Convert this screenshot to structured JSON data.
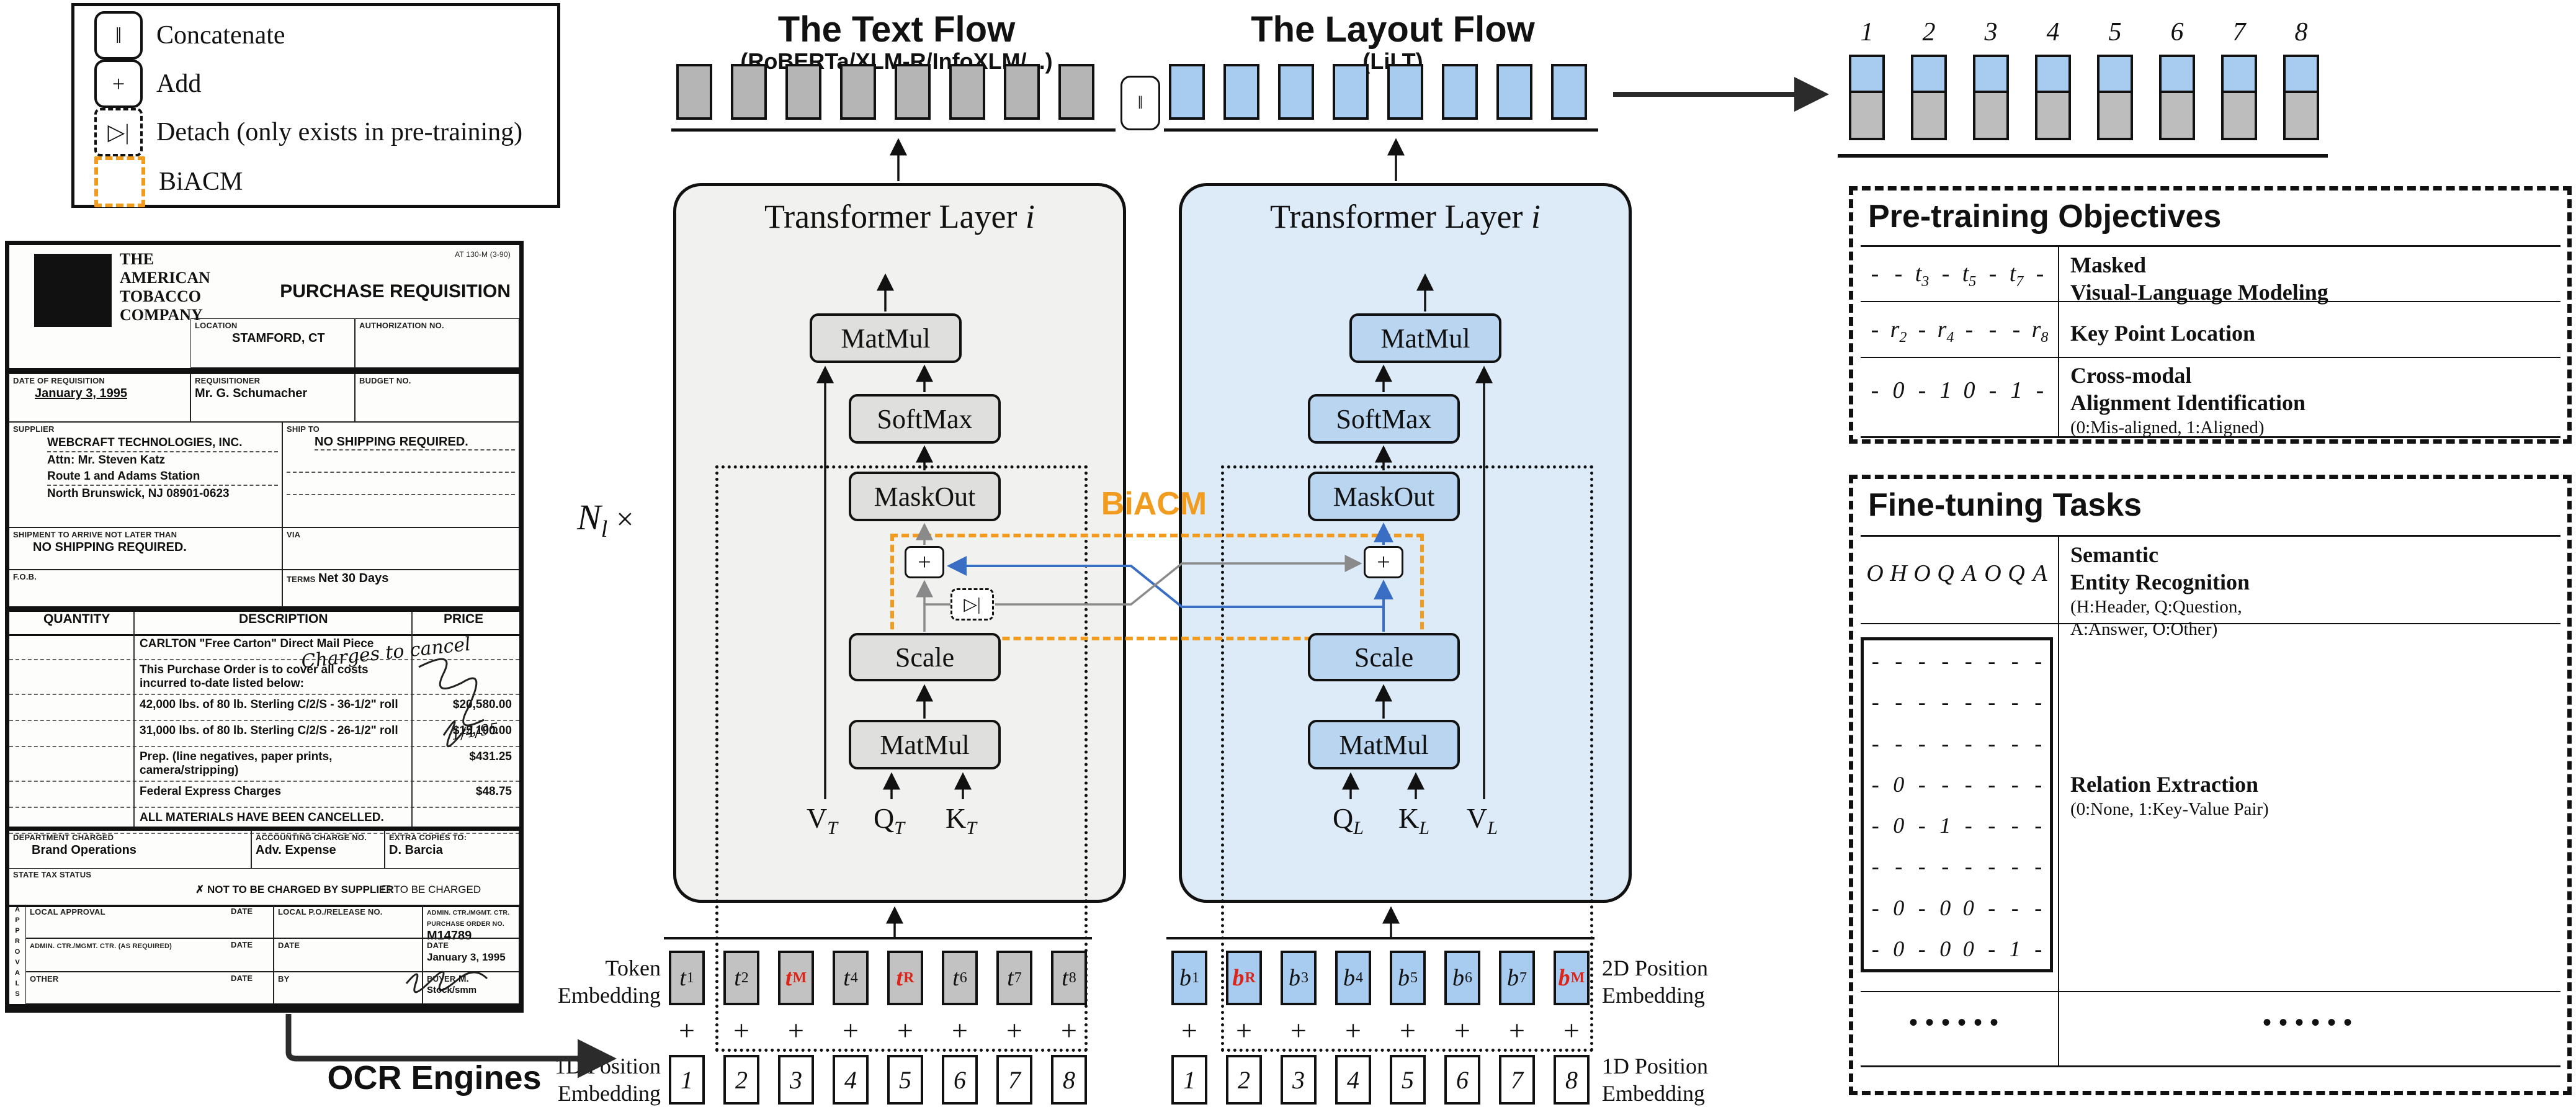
{
  "legend": {
    "items": [
      {
        "symbol": "‖",
        "label": "Concatenate",
        "style": "solid"
      },
      {
        "symbol": "+",
        "label": "Add",
        "style": "solid"
      },
      {
        "symbol": "▷|",
        "label": "Detach (only exists in pre-training)",
        "style": "dash"
      },
      {
        "symbol": "",
        "label": "BiACM",
        "style": "orange"
      }
    ]
  },
  "document": {
    "company_lines": [
      "THE",
      "AMERICAN",
      "TOBACCO",
      "COMPANY"
    ],
    "form_code": "AT 130-M (3-90)",
    "title": "PURCHASE REQUISITION",
    "location_label": "LOCATION",
    "location": "STAMFORD, CT",
    "auth_label": "AUTHORIZATION NO.",
    "date_label": "DATE OF REQUISITION",
    "date": "January 3, 1995",
    "req_label": "REQUISITIONER",
    "requisitioner": "Mr. G. Schumacher",
    "budget_label": "BUDGET NO.",
    "supplier_label": "SUPPLIER",
    "supplier_lines": [
      "WEBCRAFT TECHNOLOGIES, INC.",
      "Attn: Mr. Steven Katz",
      "Route 1 and Adams Station",
      "North Brunswick, NJ 08901-0623"
    ],
    "shipto_label": "SHIP TO",
    "shipto": "NO SHIPPING REQUIRED.",
    "arrive_label": "SHIPMENT TO ARRIVE NOT LATER THAN",
    "arrive": "NO SHIPPING REQUIRED.",
    "via_label": "VIA",
    "fob_label": "F.O.B.",
    "terms_label": "TERMS",
    "terms": "Net 30 Days",
    "table_headers": [
      "QUANTITY",
      "DESCRIPTION",
      "PRICE"
    ],
    "table_rows": [
      {
        "desc": "CARLTON \"Free Carton\" Direct Mail Piece",
        "price": ""
      },
      {
        "desc": "This Purchase Order is to cover all costs incurred to-date listed below:",
        "price": ""
      },
      {
        "desc": "42,000 lbs. of 80 lb. Sterling C/2/S - 36-1/2\" roll",
        "price": "$20,580.00"
      },
      {
        "desc": "31,000 lbs. of 80 lb. Sterling C/2/S - 26-1/2\" roll",
        "price": "$15,190.00"
      },
      {
        "desc": "Prep. (line negatives, paper prints, camera/stripping)",
        "price": "$431.25"
      },
      {
        "desc": "Federal Express Charges",
        "price": "$48.75"
      },
      {
        "desc": "ALL MATERIALS HAVE BEEN CANCELLED.",
        "price": ""
      }
    ],
    "handwriting": "Charges to cancel",
    "handwriting_date": "1/4/95",
    "dept_label": "DEPARTMENT CHARGED",
    "dept": "Brand Operations",
    "acct_label": "ACCOUNTING CHARGE NO.",
    "acct": "Adv. Expense",
    "copies_label": "EXTRA COPIES TO:",
    "copies": "D. Barcia",
    "tax_label": "STATE TAX STATUS",
    "check_x": "✗",
    "check_box": "☐",
    "tax_opt1": "NOT TO BE CHARGED BY SUPPLIER",
    "tax_opt2": "TO BE CHARGED",
    "approvals": "APPROVALS",
    "local_label": "LOCAL APPROVAL",
    "date_lbl": "DATE",
    "po_label": "LOCAL P.O./RELEASE NO.",
    "admin_po_label": "ADMIN. CTR./MGMT. CTR. PURCHASE ORDER NO.",
    "po_no": "M14789",
    "admin_label": "ADMIN. CTR./MGMT. CTR. (AS REQUIRED)",
    "po_date": "January 3, 1995",
    "other_label": "OTHER",
    "by_label": "BY",
    "buyer_label": "BUYER",
    "buyer": "M. Stock/smm",
    "buyer_sig": "Matthew Stock"
  },
  "ocr": {
    "label": "OCR Engines"
  },
  "flows": {
    "text": {
      "title": "The Text Flow",
      "subtitle": "(RoBERTa/XLM-R/InfoXLM/...)",
      "layer_title": "Transformer Layer ",
      "layer_var": "i",
      "matmul_top": "MatMul",
      "softmax": "SoftMax",
      "maskout": "MaskOut",
      "add": "+",
      "detach": "▷|",
      "scale": "Scale",
      "matmul_bottom": "MatMul",
      "in_v": "V",
      "in_q": "Q",
      "in_k": "K",
      "sub": "T"
    },
    "layout": {
      "title": "The Layout Flow",
      "subtitle": "(LiLT)",
      "layer_title": "Transformer Layer ",
      "layer_var": "i",
      "matmul_top": "MatMul",
      "softmax": "SoftMax",
      "maskout": "MaskOut",
      "add": "+",
      "scale": "Scale",
      "matmul_bottom": "MatMul",
      "in_q": "Q",
      "in_k": "K",
      "in_v": "V",
      "sub": "L"
    },
    "n_label": "N",
    "n_sub": "l",
    "times": "×",
    "biacm_label": "BiACM",
    "concat_symbol": "‖"
  },
  "top_bars": {
    "text_count": 8,
    "layout_count": 8
  },
  "output_bars": {
    "indices": [
      "1",
      "2",
      "3",
      "4",
      "5",
      "6",
      "7",
      "8"
    ]
  },
  "embeddings": {
    "token_label": [
      "Token",
      "Embedding"
    ],
    "pos1d_left_label": [
      "1D Position",
      "Embedding"
    ],
    "pos2d_label": [
      "2D Position",
      "Embedding"
    ],
    "pos1d_right_label": [
      "1D Position",
      "Embedding"
    ],
    "plus": "+",
    "token_cells": [
      {
        "b": "t",
        "s": "1",
        "red": false
      },
      {
        "b": "t",
        "s": "2",
        "red": false
      },
      {
        "b": "t",
        "s": "M",
        "red": true
      },
      {
        "b": "t",
        "s": "4",
        "red": false
      },
      {
        "b": "t",
        "s": "R",
        "red": true
      },
      {
        "b": "t",
        "s": "6",
        "red": false
      },
      {
        "b": "t",
        "s": "7",
        "red": false
      },
      {
        "b": "t",
        "s": "8",
        "red": false
      }
    ],
    "pos2d_cells": [
      {
        "b": "b",
        "s": "1",
        "red": false
      },
      {
        "b": "b",
        "s": "R",
        "red": true
      },
      {
        "b": "b",
        "s": "3",
        "red": false
      },
      {
        "b": "b",
        "s": "4",
        "red": false
      },
      {
        "b": "b",
        "s": "5",
        "red": false
      },
      {
        "b": "b",
        "s": "6",
        "red": false
      },
      {
        "b": "b",
        "s": "7",
        "red": false
      },
      {
        "b": "b",
        "s": "M",
        "red": true
      }
    ],
    "pos1d_cells": [
      "1",
      "2",
      "3",
      "4",
      "5",
      "6",
      "7",
      "8"
    ]
  },
  "pretraining": {
    "title": "Pre-training Objectives",
    "rows": [
      {
        "values": [
          {
            "b": "-"
          },
          {
            "b": "-"
          },
          {
            "b": "t",
            "s": "3"
          },
          {
            "b": "-"
          },
          {
            "b": "t",
            "s": "5"
          },
          {
            "b": "-"
          },
          {
            "b": "t",
            "s": "7"
          },
          {
            "b": "-"
          }
        ],
        "label_lines": [
          "Masked",
          "Visual-Language Modeling"
        ],
        "note": ""
      },
      {
        "values": [
          {
            "b": "-"
          },
          {
            "b": "r",
            "s": "2"
          },
          {
            "b": "-"
          },
          {
            "b": "r",
            "s": "4"
          },
          {
            "b": "-"
          },
          {
            "b": "-"
          },
          {
            "b": "-"
          },
          {
            "b": "r",
            "s": "8"
          }
        ],
        "label_lines": [
          "Key Point Location"
        ],
        "note": ""
      },
      {
        "values": [
          {
            "b": "-"
          },
          {
            "b": "0"
          },
          {
            "b": "-"
          },
          {
            "b": "1"
          },
          {
            "b": "0"
          },
          {
            "b": "-"
          },
          {
            "b": "1"
          },
          {
            "b": "-"
          }
        ],
        "label_lines": [
          "Cross-modal",
          "Alignment Identification"
        ],
        "note": "(0:Mis-aligned, 1:Aligned)"
      }
    ]
  },
  "finetuning": {
    "title": "Fine-tuning Tasks",
    "ser_values": [
      "O",
      "H",
      "O",
      "Q",
      "A",
      "O",
      "Q",
      "A"
    ],
    "ser_label_lines": [
      "Semantic",
      "Entity Recognition"
    ],
    "ser_note_lines": [
      "(H:Header, Q:Question,",
      "A:Answer, O:Other)"
    ],
    "re_matrix": [
      [
        "-",
        "-",
        "-",
        "-",
        "-",
        "-",
        "-",
        "-"
      ],
      [
        "-",
        "-",
        "-",
        "-",
        "-",
        "-",
        "-",
        "-"
      ],
      [
        "-",
        "-",
        "-",
        "-",
        "-",
        "-",
        "-",
        "-"
      ],
      [
        "-",
        "0",
        "-",
        "-",
        "-",
        "-",
        "-",
        "-"
      ],
      [
        "-",
        "0",
        "-",
        "1",
        "-",
        "-",
        "-",
        "-"
      ],
      [
        "-",
        "-",
        "-",
        "-",
        "-",
        "-",
        "-",
        "-"
      ],
      [
        "-",
        "0",
        "-",
        "0",
        "0",
        "-",
        "-",
        "-"
      ],
      [
        "-",
        "0",
        "-",
        "0",
        "0",
        "-",
        "1",
        "-"
      ]
    ],
    "re_label": "Relation Extraction",
    "re_note": "(0:None, 1:Key-Value Pair)",
    "dots_left": "••••••",
    "dots_right": "••••••"
  }
}
